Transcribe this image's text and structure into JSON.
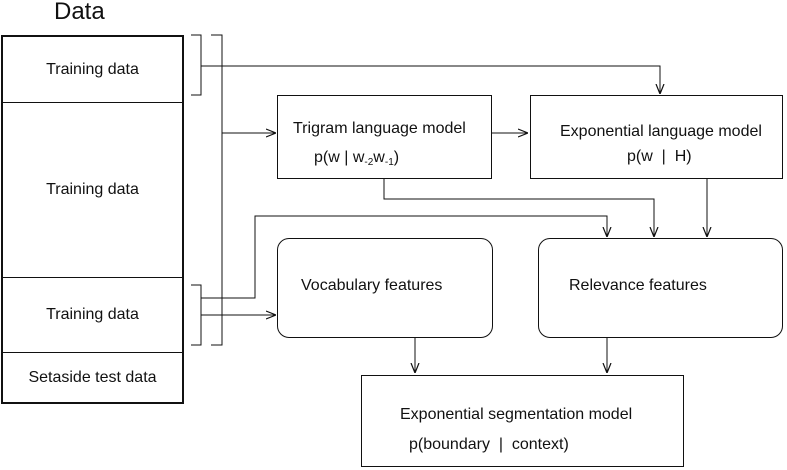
{
  "title": "Data",
  "data_stack": {
    "segments": [
      "Training data",
      "Training data",
      "Training data",
      "Setaside test data"
    ]
  },
  "boxes": {
    "trigram": {
      "title": "Trigram language model",
      "formula_prefix": "p(w | w",
      "sub1": "-2",
      "formula_mid": "w",
      "sub2": "-1",
      "formula_suffix": ")"
    },
    "exponential_lm": {
      "title": "Exponential language model",
      "formula": "p(w  |  H)"
    },
    "vocabulary": {
      "title": "Vocabulary features"
    },
    "relevance": {
      "title": "Relevance features"
    },
    "exponential_seg": {
      "title": "Exponential segmentation model",
      "formula": "p(boundary  |  context)"
    }
  }
}
